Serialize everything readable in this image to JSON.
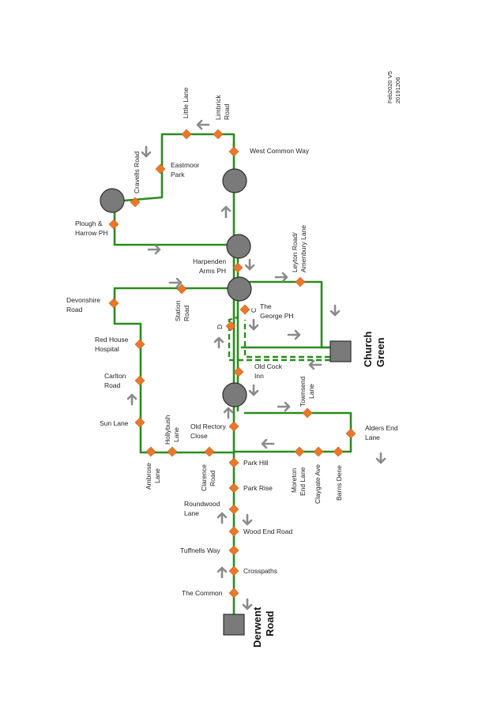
{
  "version": {
    "line1": "Feb2020 V5",
    "line2": "20191206"
  },
  "termini": {
    "derwent": {
      "line1": "Derwent",
      "line2": "Road"
    },
    "church": {
      "line1": "Church",
      "line2": "Green"
    }
  },
  "branch_letters": {
    "c": "C",
    "d": "D"
  },
  "stops": {
    "little_lane": "Little Lane",
    "limbrick_road": {
      "line1": "Limbrick",
      "line2": "Road"
    },
    "west_common_way": "West Common Way",
    "eastmoor_park": {
      "line1": "Eastmoor",
      "line2": "Park"
    },
    "cravells_road": "Cravells Road",
    "plough_harrow": {
      "line1": "Plough &",
      "line2": "Harrow PH"
    },
    "leyton_road": {
      "line1": "Leyton Road/",
      "line2": "Amenbury Lane"
    },
    "harpenden_arms": {
      "line1": "Harpenden",
      "line2": "Arms PH"
    },
    "devonshire_road": {
      "line1": "Devonshire",
      "line2": "Road"
    },
    "station_road": {
      "line1": "Station",
      "line2": "Road"
    },
    "the_george": {
      "line1": "The",
      "line2": "George PH"
    },
    "red_house_hospital": {
      "line1": "Red House",
      "line2": "Hospital"
    },
    "old_cock_inn": {
      "line1": "Old Cock",
      "line2": "Inn"
    },
    "carlton_road": {
      "line1": "Carlton",
      "line2": "Road"
    },
    "townsend_lane": {
      "line1": "Townsend",
      "line2": "Lane"
    },
    "alders_end_lane": {
      "line1": "Alders End",
      "line2": "Lane"
    },
    "sun_lane": "Sun Lane",
    "hollybush_lane": {
      "line1": "Hollybush",
      "line2": "Lane"
    },
    "old_rectory_close": {
      "line1": "Old Rectory",
      "line2": "Close"
    },
    "ambrose_lane": {
      "line1": "Ambrose",
      "line2": "Lane"
    },
    "clarence_road": {
      "line1": "Clarence",
      "line2": "Road"
    },
    "park_hill": "Park Hill",
    "moreton_end_lane": {
      "line1": "Moreton",
      "line2": "End Lane"
    },
    "claygate_ave": "Claygate Ave",
    "barns_dene": "Barns Dene",
    "park_rise": "Park Rise",
    "roundwood_lane": {
      "line1": "Roundwood",
      "line2": "Lane"
    },
    "wood_end_road": "Wood End Road",
    "tuffnells_way": "Tuffnells Way",
    "crosspaths": "Crosspaths",
    "the_common": "The Common"
  },
  "colors": {
    "route": "#2a8c1e",
    "stop": "#e9782a",
    "hub": "#7a7a7a",
    "arrow": "#8a8a8a"
  }
}
